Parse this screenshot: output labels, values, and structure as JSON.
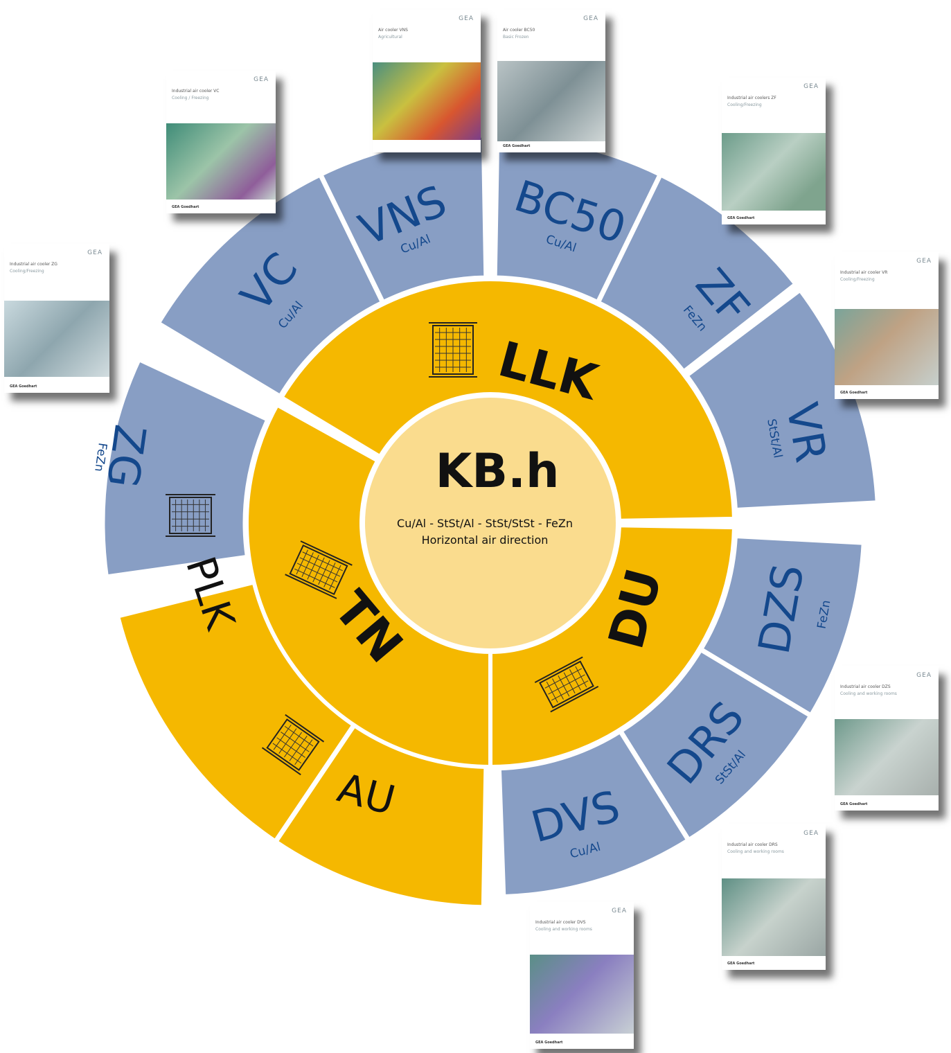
{
  "center": {
    "title": "KB.h",
    "materials": "Cu/Al - StSt/Al - StSt/StSt - FeZn",
    "direction": "Horizontal air direction"
  },
  "inner_ring": [
    {
      "label": "LLK"
    },
    {
      "label": "DU"
    },
    {
      "label": "TN"
    }
  ],
  "outer_yellow": [
    {
      "label": "PLK"
    },
    {
      "label": "AU"
    }
  ],
  "outer_blue": [
    {
      "label": "ZG",
      "material": "FeZn"
    },
    {
      "label": "VC",
      "material": "Cu/Al"
    },
    {
      "label": "VNS",
      "material": "Cu/Al"
    },
    {
      "label": "BC50",
      "material": "Cu/Al"
    },
    {
      "label": "ZF",
      "material": "FeZn"
    },
    {
      "label": "VR",
      "material": "StSt/Al"
    },
    {
      "label": "DZS",
      "material": "FeZn"
    },
    {
      "label": "DRS",
      "material": "StSt/Al"
    },
    {
      "label": "DVS",
      "material": "Cu/Al"
    }
  ],
  "brochures": [
    {
      "brand": "GEA",
      "title": "Industrial air cooler ZG",
      "subtitle": "Cooling/Freezing",
      "footer": "GEA Goedhart",
      "tint": "#a9c3cc"
    },
    {
      "brand": "GEA",
      "title": "Industrial air cooler VC",
      "subtitle": "Cooling / Freezing",
      "footer": "GEA Goedhart",
      "tint": "#7fae8e"
    },
    {
      "brand": "GEA",
      "title": "Air cooler VNS",
      "subtitle": "Agricultural",
      "footer": "",
      "tint": "#b9a64a"
    },
    {
      "brand": "GEA",
      "title": "Air cooler BC50",
      "subtitle": "Basic Frozen",
      "footer": "GEA Goedhart",
      "tint": "#9aaab0"
    },
    {
      "brand": "GEA",
      "title": "Industrial air coolers ZF",
      "subtitle": "Cooling/Freezing",
      "footer": "GEA Goedhart",
      "tint": "#8fb3a6"
    },
    {
      "brand": "GEA",
      "title": "Industrial air cooler VR",
      "subtitle": "Cooling/Freezing",
      "footer": "GEA Goedhart",
      "tint": "#9eabb0"
    },
    {
      "brand": "GEA",
      "title": "Industrial air cooler DZS",
      "subtitle": "Cooling and working rooms",
      "footer": "GEA Goedhart",
      "tint": "#a7b6b4"
    },
    {
      "brand": "GEA",
      "title": "Industrial air cooler DRS",
      "subtitle": "Cooling and working rooms",
      "footer": "GEA Goedhart",
      "tint": "#9fb1ad"
    },
    {
      "brand": "GEA",
      "title": "Industrial air cooler DVS",
      "subtitle": "Cooling and working rooms",
      "footer": "GEA Goedhart",
      "tint": "#8a98c0"
    }
  ],
  "colors": {
    "yellow": "#f5b800",
    "center": "#fadc8e",
    "blue": "#889ec4",
    "blue_text": "#14488c",
    "black_text": "#111111"
  }
}
